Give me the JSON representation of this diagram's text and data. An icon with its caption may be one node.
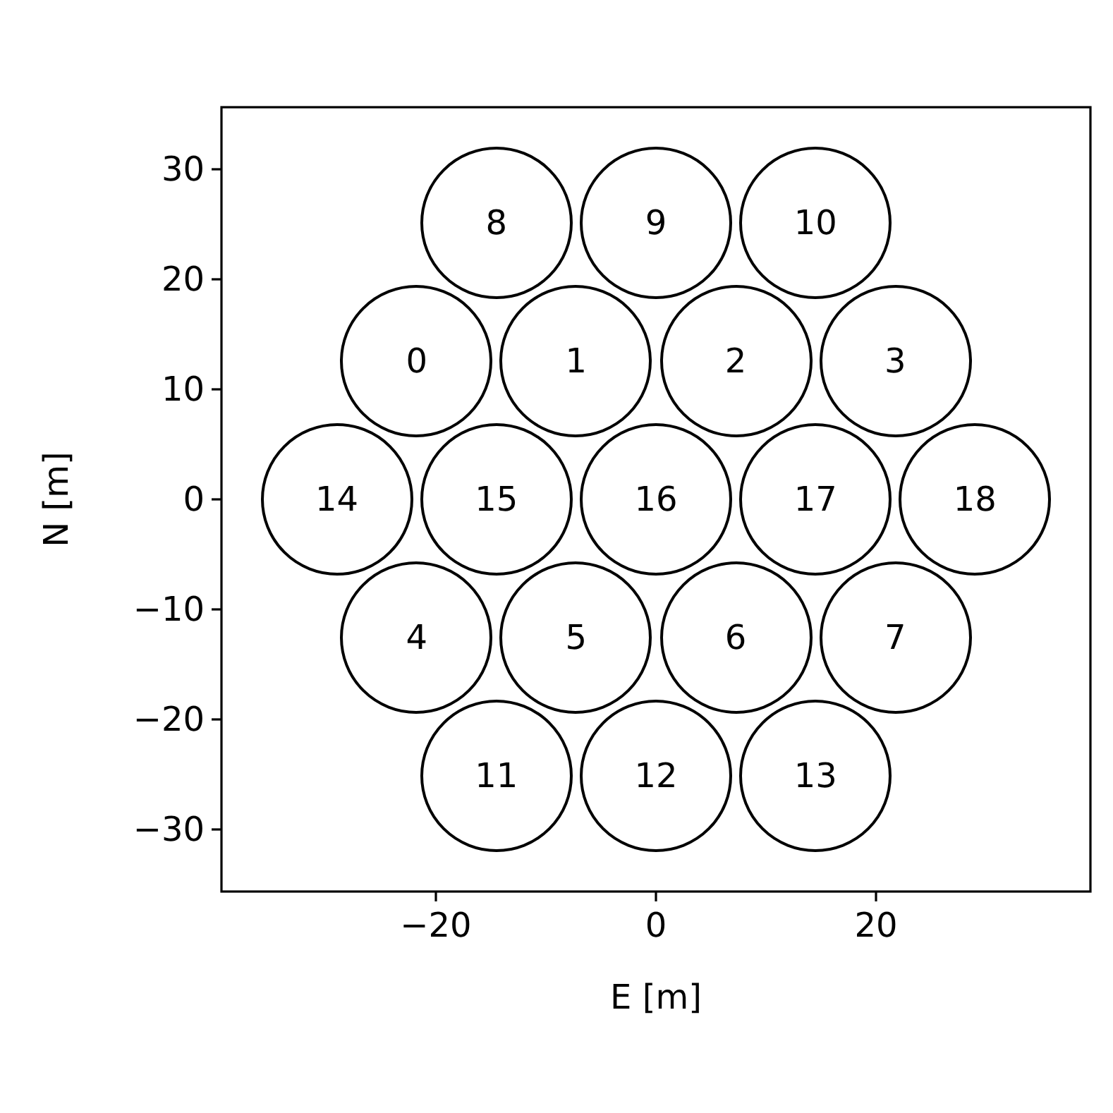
{
  "diagram": {
    "nodes": [
      {
        "text": [
          "0"
        ]
      },
      {
        "text": [
          "1"
        ]
      },
      {
        "text": [
          "2"
        ]
      },
      {
        "text": [
          "3"
        ]
      },
      {
        "text": [
          "4"
        ]
      },
      {
        "text": [
          "5"
        ]
      },
      {
        "text": [
          "6"
        ]
      },
      {
        "text": [
          "7"
        ]
      },
      {
        "text": [
          "8"
        ]
      },
      {
        "text": [
          "9"
        ]
      },
      {
        "text": [
          "10"
        ]
      },
      {
        "text": [
          "11"
        ]
      },
      {
        "text": [
          "12"
        ]
      },
      {
        "text": [
          "13"
        ]
      },
      {
        "text": [
          "14"
        ]
      },
      {
        "text": [
          "15"
        ]
      },
      {
        "text": [
          "16"
        ]
      },
      {
        "text": [
          "17"
        ]
      },
      {
        "text": [
          "18"
        ]
      }
    ],
    "labels": [
      "30",
      "20",
      "10",
      "0",
      "−10",
      "−20",
      "−30",
      "N [m]",
      "−20",
      "0",
      "20",
      "E [m]"
    ]
  }
}
